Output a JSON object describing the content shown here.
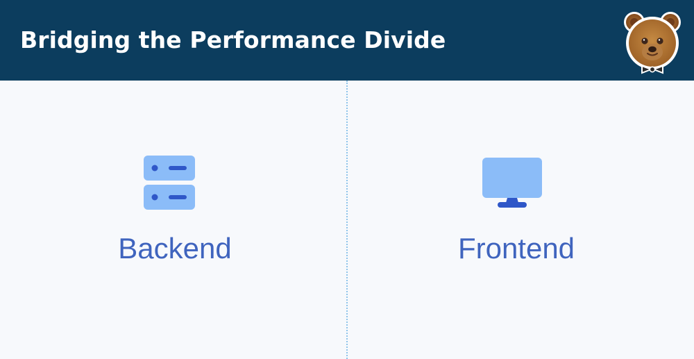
{
  "header": {
    "title": "Bridging the Performance Divide",
    "mascot_icon": "bear-face-bowtie-icon"
  },
  "panels": [
    {
      "label": "Backend",
      "icon": "server-icon",
      "icon_color": "#8bbcf8",
      "icon_accent": "#2f57c8"
    },
    {
      "label": "Frontend",
      "icon": "monitor-icon",
      "icon_color": "#8bbcf8",
      "icon_accent": "#2f57c8"
    }
  ],
  "colors": {
    "header_bg": "#0c3d5e",
    "page_bg": "#f7f9fc",
    "label_text": "#3f64be",
    "divider": "#8ec4ea",
    "title_text": "#ffffff"
  }
}
